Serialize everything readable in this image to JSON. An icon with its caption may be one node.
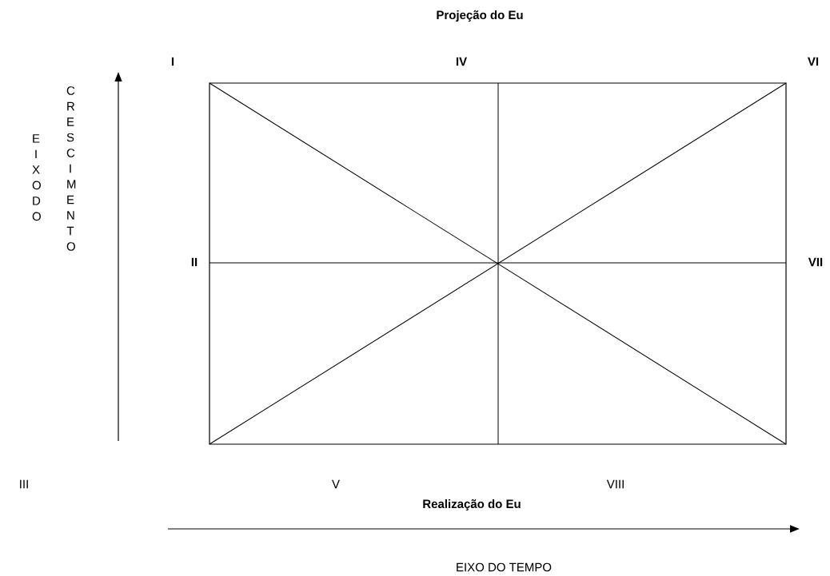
{
  "diagram": {
    "labels": [
      "Projeção do Eu",
      "I",
      "IV",
      "VI",
      "EIXO DO",
      "CRESCIMENTO",
      "II",
      "VII",
      "III",
      "V",
      "VIII",
      "Realização do Eu",
      "EIXO DO TEMPO"
    ]
  }
}
